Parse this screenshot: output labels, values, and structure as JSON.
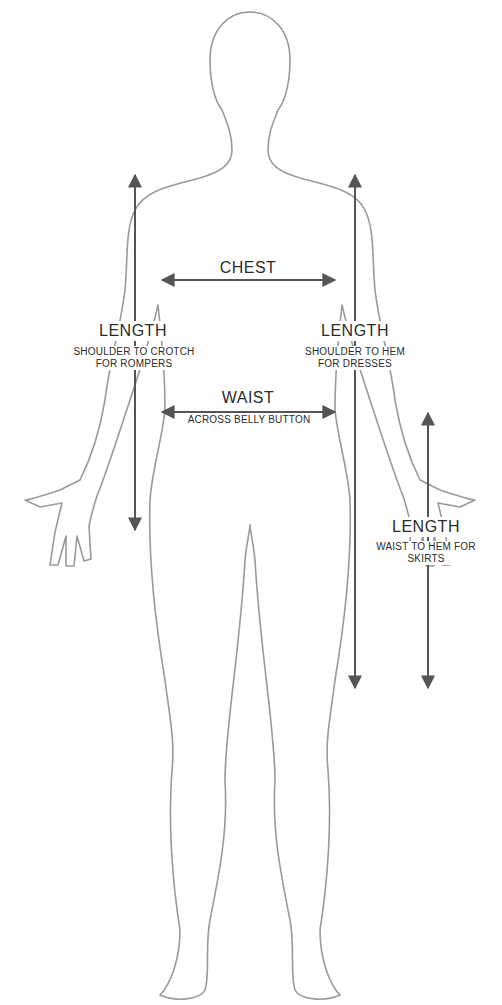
{
  "diagram": {
    "labels": [
      "CHEST",
      "LENGTH",
      "SHOULDER TO CROTCH FOR ROMPERS",
      "LENGTH",
      "SHOULDER TO HEM FOR DRESSES",
      "WAIST",
      "ACROSS BELLY BUTTON",
      "LENGTH",
      "WAIST TO HEM FOR SKIRTS"
    ]
  }
}
